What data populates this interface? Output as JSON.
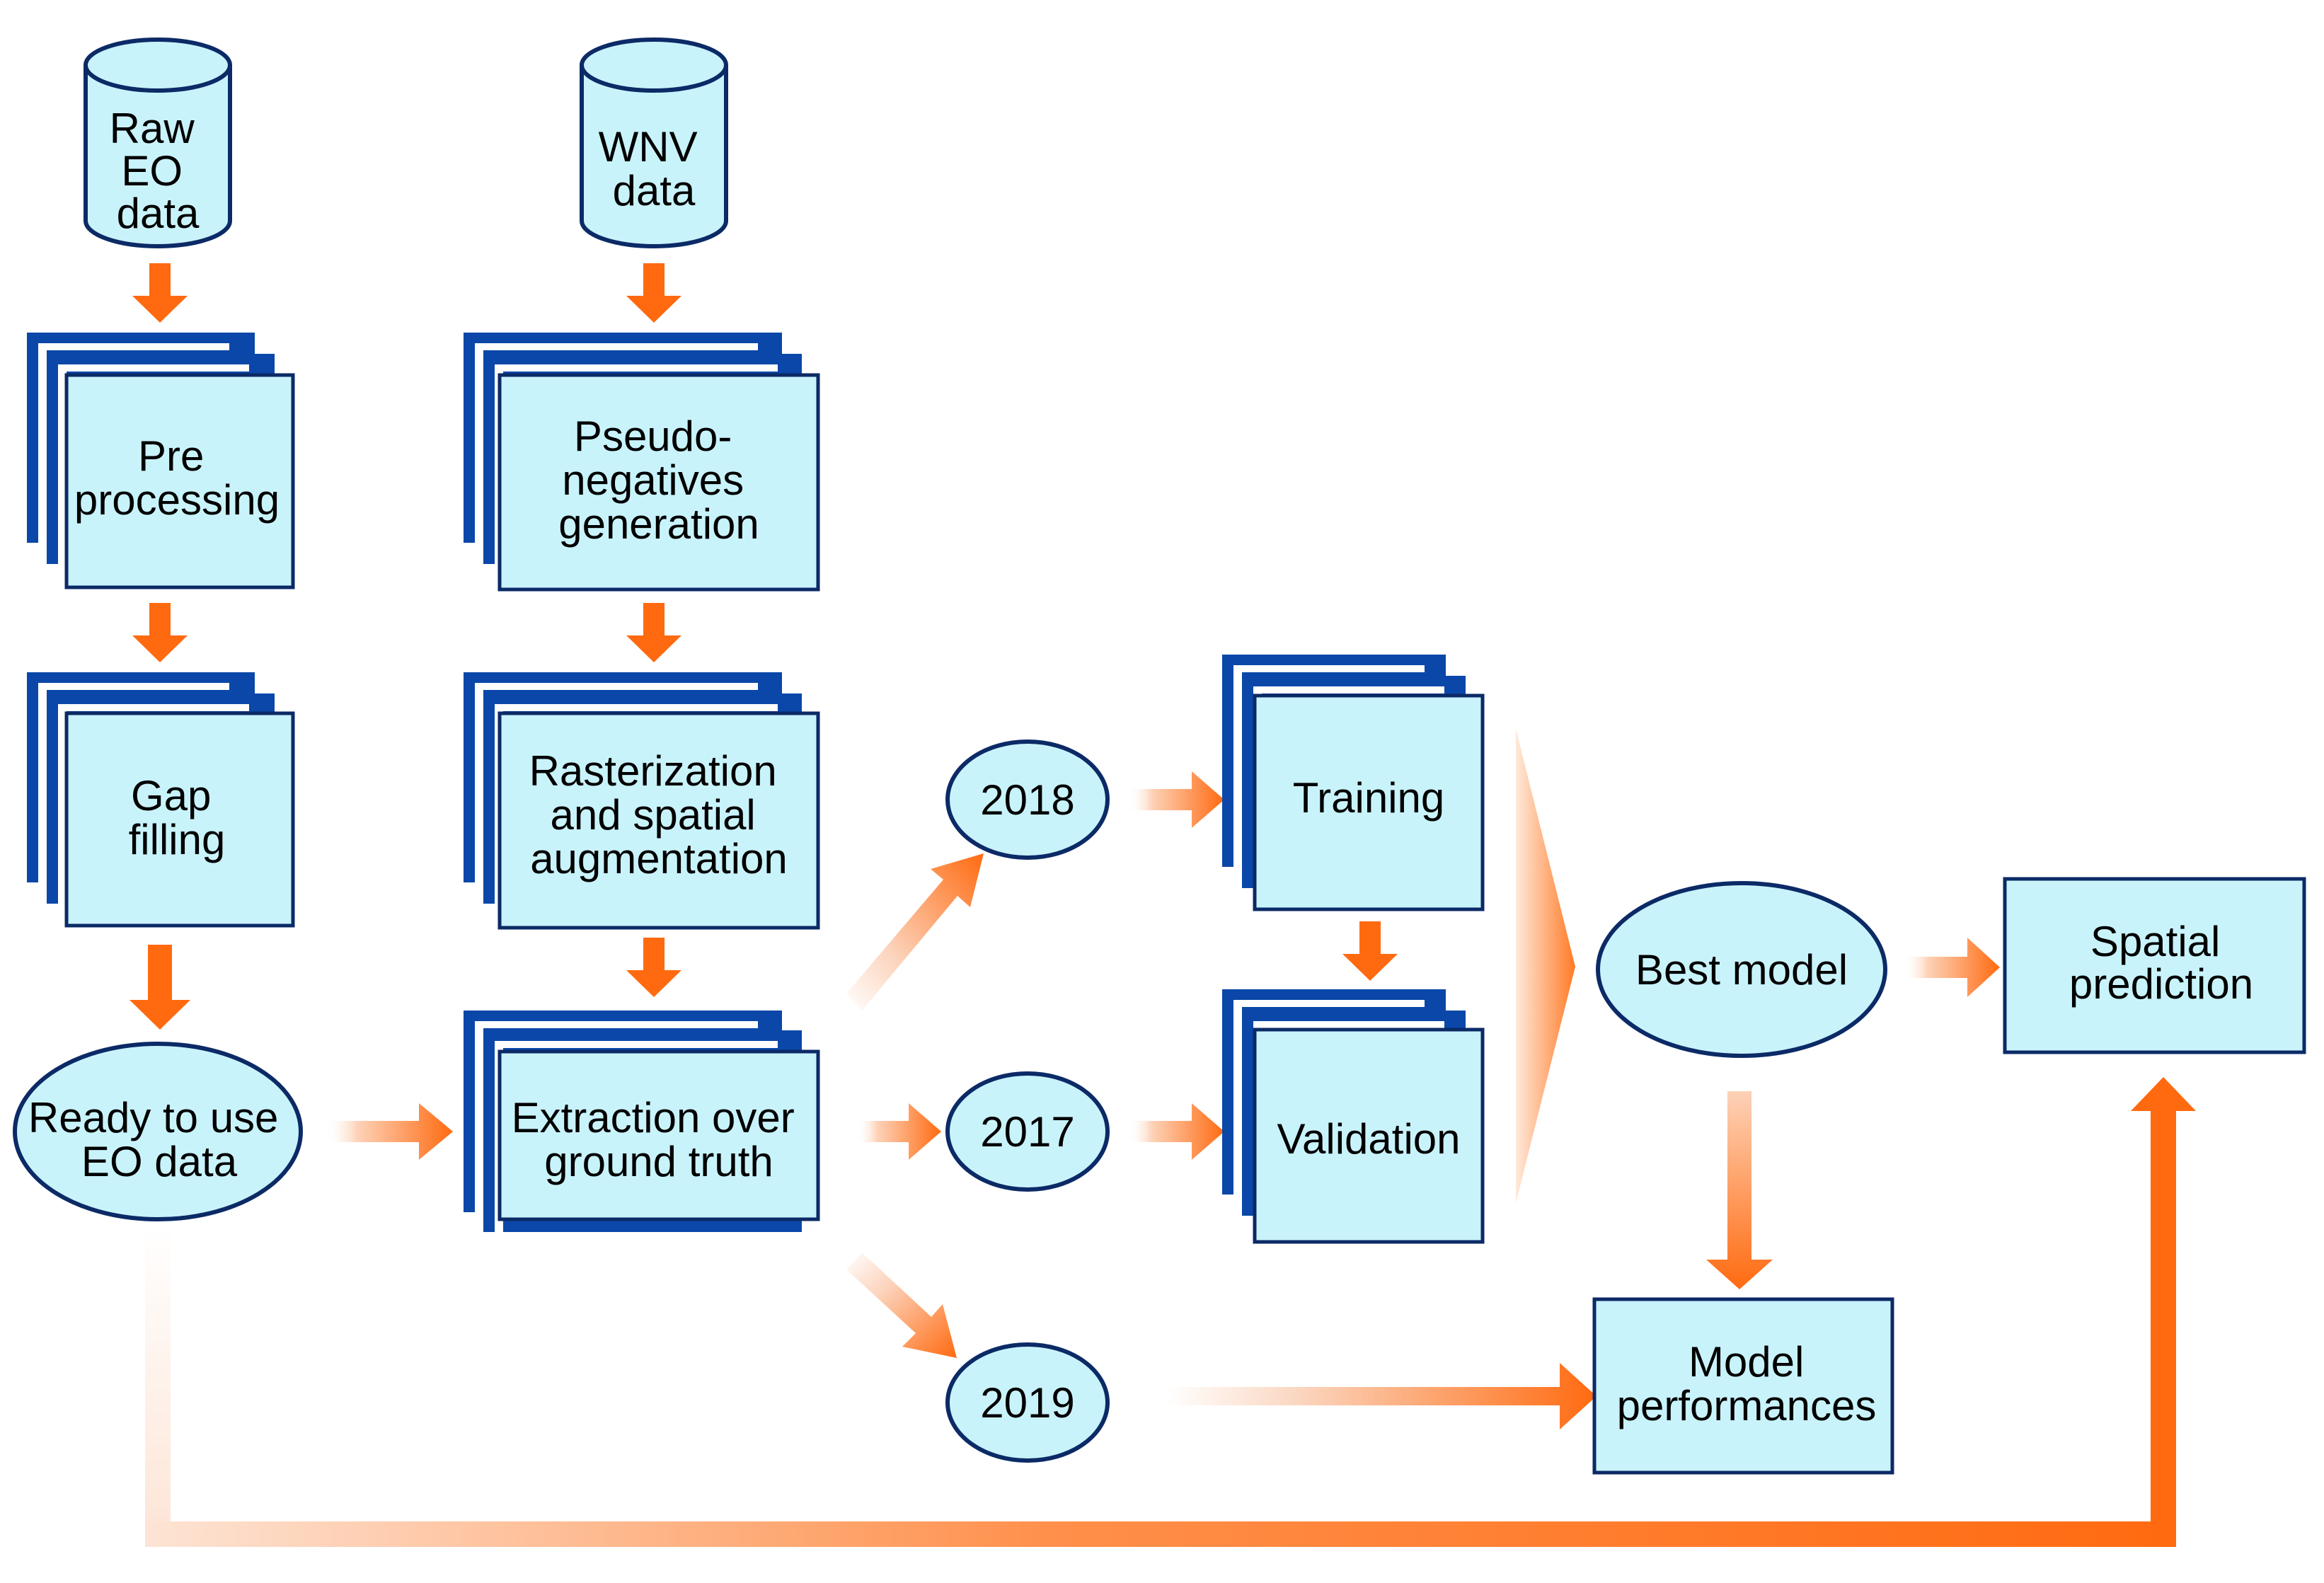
{
  "colors": {
    "box_fill": "#c9f3fb",
    "box_stroke": "#0b2a66",
    "stack_blue": "#0a47a8",
    "arrow_orange": "#ff6a10",
    "background": "#ffffff"
  },
  "nodes": {
    "raw_eo": {
      "lines": [
        "Raw",
        "EO",
        "data"
      ]
    },
    "wnv": {
      "lines": [
        "WNV",
        "data"
      ]
    },
    "preprocessing": {
      "lines": [
        "Pre",
        "processing"
      ]
    },
    "pseudo_negatives": {
      "lines": [
        "Pseudo-",
        "negatives",
        "generation"
      ]
    },
    "gap_filling": {
      "lines": [
        "Gap",
        "filling"
      ]
    },
    "rasterization": {
      "lines": [
        "Rasterization",
        "and spatial",
        "augmentation"
      ]
    },
    "ready_eo": {
      "lines": [
        "Ready to use",
        "EO data"
      ]
    },
    "extraction": {
      "lines": [
        "Extraction over",
        "ground truth"
      ]
    },
    "year_2018": {
      "lines": [
        "2018"
      ]
    },
    "year_2017": {
      "lines": [
        "2017"
      ]
    },
    "year_2019": {
      "lines": [
        "2019"
      ]
    },
    "training": {
      "lines": [
        "Training"
      ]
    },
    "validation": {
      "lines": [
        "Validation"
      ]
    },
    "best_model": {
      "lines": [
        "Best model"
      ]
    },
    "spatial_prediction": {
      "lines": [
        "Spatial",
        "prediction"
      ]
    },
    "model_performances": {
      "lines": [
        "Model",
        "performances"
      ]
    }
  }
}
